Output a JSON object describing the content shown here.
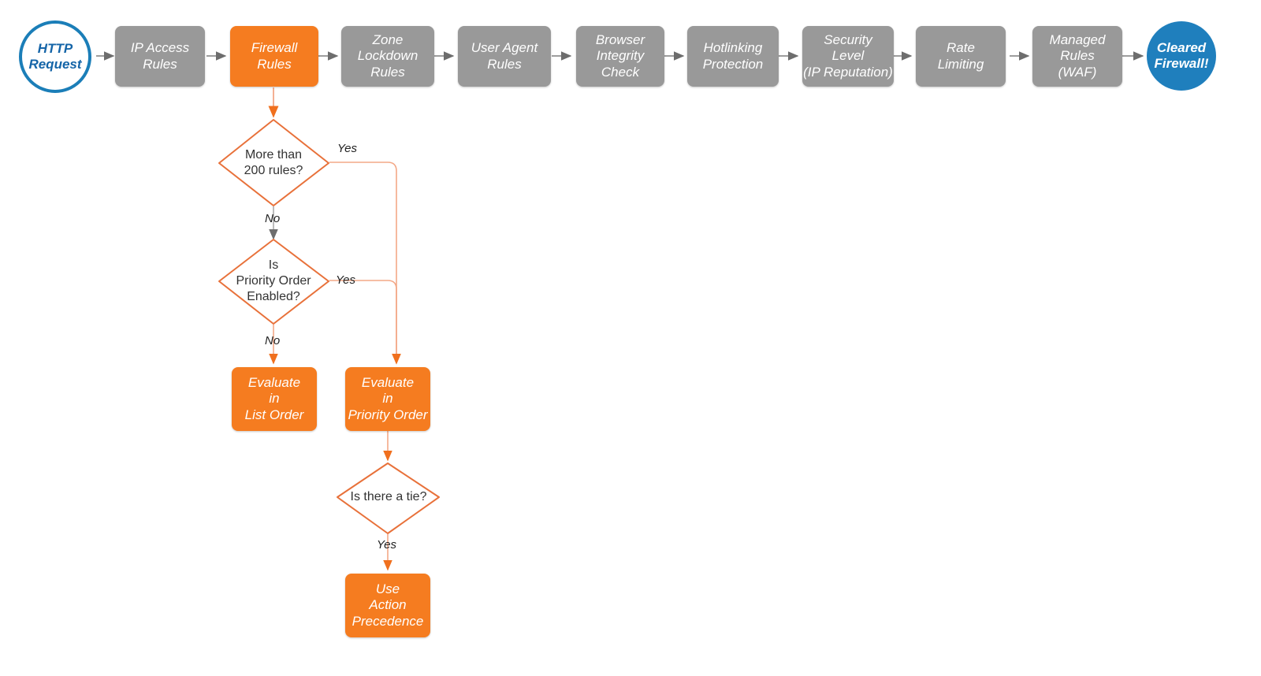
{
  "diagram": {
    "title": "Cloudflare firewall evaluation order flowchart",
    "colors": {
      "orange": "#F57C20",
      "orange_line": "#E8713A",
      "orange_line_light": "#F3A887",
      "gray": "#999999",
      "gray_line": "#7F7F7F",
      "blue_border": "#1B7EB8",
      "blue_fill": "#1F7FBD",
      "text_dark": "#333333",
      "text_light": "#FFFFFF"
    },
    "pipeline": [
      {
        "id": "http-request",
        "label": "HTTP\nRequest",
        "shape": "circle-hollow"
      },
      {
        "id": "ip-access-rules",
        "label": "IP Access\nRules",
        "shape": "process-gray"
      },
      {
        "id": "firewall-rules",
        "label": "Firewall\nRules",
        "shape": "process-orange"
      },
      {
        "id": "zone-lockdown-rules",
        "label": "Zone\nLockdown\nRules",
        "shape": "process-gray"
      },
      {
        "id": "user-agent-rules",
        "label": "User Agent\nRules",
        "shape": "process-gray"
      },
      {
        "id": "browser-integrity",
        "label": "Browser\nIntegrity\nCheck",
        "shape": "process-gray"
      },
      {
        "id": "hotlinking",
        "label": "Hotlinking\nProtection",
        "shape": "process-gray"
      },
      {
        "id": "security-level",
        "label": "Security\nLevel\n(IP Reputation)",
        "shape": "process-gray"
      },
      {
        "id": "rate-limiting",
        "label": "Rate\nLimiting",
        "shape": "process-gray"
      },
      {
        "id": "managed-rules-waf",
        "label": "Managed\nRules\n(WAF)",
        "shape": "process-gray"
      },
      {
        "id": "cleared-firewall",
        "label": "Cleared\nFirewall!",
        "shape": "circle-filled"
      }
    ],
    "decisions": [
      {
        "id": "more-than-200-rules",
        "label": "More than\n200 rules?"
      },
      {
        "id": "is-priority-order",
        "label": "Is\nPriority Order\nEnabled?"
      },
      {
        "id": "is-there-a-tie",
        "label": "Is there a tie?"
      }
    ],
    "outcomes": [
      {
        "id": "evaluate-list-order",
        "label": "Evaluate\nin\nList Order"
      },
      {
        "id": "evaluate-priority-order",
        "label": "Evaluate\nin\nPriority Order"
      },
      {
        "id": "use-action-precedence",
        "label": "Use\nAction\nPrecedence"
      }
    ],
    "edge_labels": {
      "yes_200": "Yes",
      "no_200": "No",
      "yes_priority": "Yes",
      "no_priority": "No",
      "yes_tie": "Yes"
    }
  }
}
